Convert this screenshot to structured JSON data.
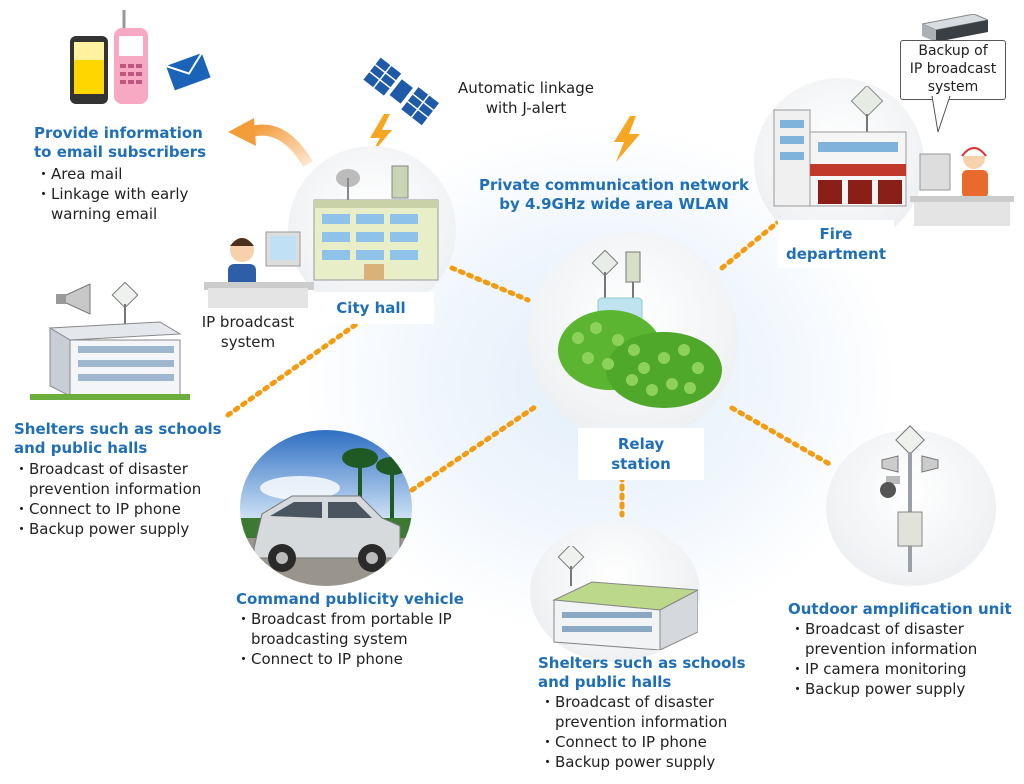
{
  "network": {
    "title_line1": "Private communication network",
    "title_line2": "by 4.9GHz wide area WLAN",
    "jalert_line1": "Automatic linkage",
    "jalert_line2": "with J-alert"
  },
  "email": {
    "title_line1": "Provide information",
    "title_line2": "to email subscribers",
    "items": [
      "Area mail",
      "Linkage with early warning email"
    ]
  },
  "city_hall": {
    "label": "City hall",
    "sub_line1": "IP broadcast",
    "sub_line2": "system"
  },
  "fire": {
    "label_line1": "Fire",
    "label_line2": "department",
    "backup_line1": "Backup of",
    "backup_line2": "IP broadcast",
    "backup_line3": "system"
  },
  "relay": {
    "label": "Relay station"
  },
  "shelters_left": {
    "title_line1": "Shelters such as schools",
    "title_line2": "and public halls",
    "items": [
      "Broadcast of disaster prevention  information",
      "Connect to IP phone",
      "Backup power supply"
    ]
  },
  "vehicle": {
    "title": "Command publicity vehicle",
    "items": [
      "Broadcast from portable IP broadcasting system",
      "Connect to IP phone"
    ]
  },
  "shelters_bottom": {
    "title_line1": "Shelters such as schools",
    "title_line2": "and public halls",
    "items": [
      "Broadcast of disaster prevention  information",
      "Connect to IP phone",
      "Backup power supply"
    ]
  },
  "outdoor": {
    "title": "Outdoor amplification unit",
    "items": [
      "Broadcast of disaster prevention  information",
      "IP camera monitoring",
      "Backup power supply"
    ]
  },
  "colors": {
    "title_blue": "#1f6fb8",
    "link_orange": "#f39c12",
    "grass_green": "#5cb531"
  }
}
